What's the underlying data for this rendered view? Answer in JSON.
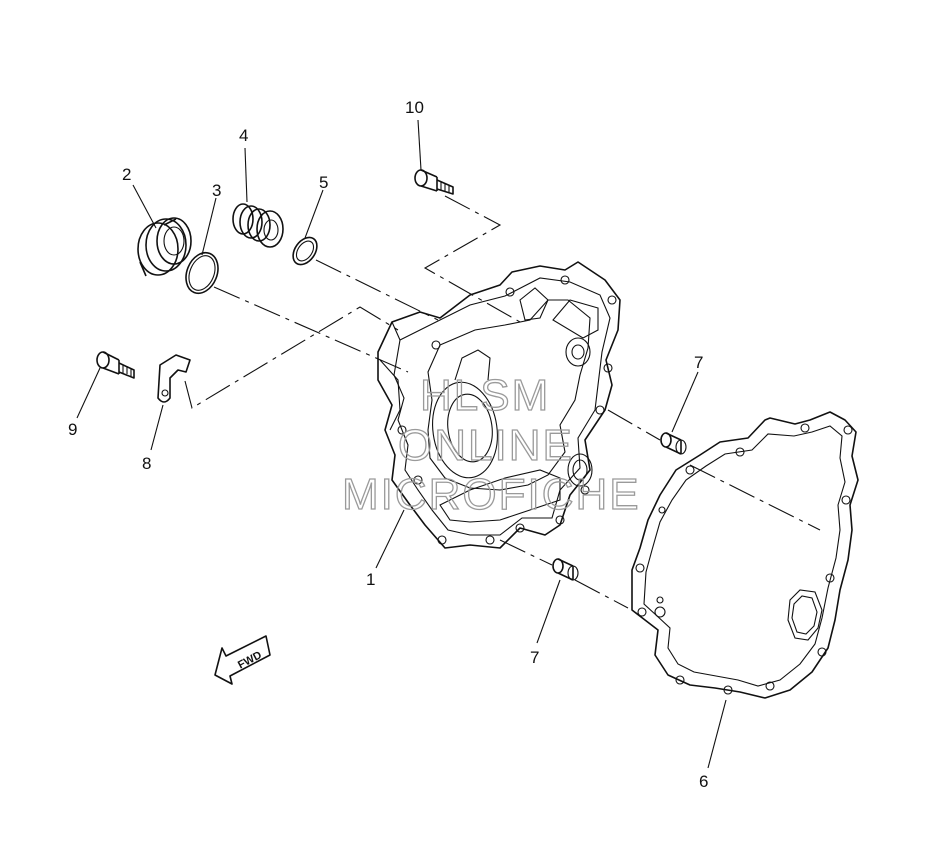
{
  "diagram": {
    "callouts": [
      {
        "id": "1",
        "text": "1"
      },
      {
        "id": "2",
        "text": "2"
      },
      {
        "id": "3",
        "text": "3"
      },
      {
        "id": "4",
        "text": "4"
      },
      {
        "id": "5",
        "text": "5"
      },
      {
        "id": "6",
        "text": "6"
      },
      {
        "id": "7a",
        "text": "7"
      },
      {
        "id": "7b",
        "text": "7"
      },
      {
        "id": "8",
        "text": "8"
      },
      {
        "id": "9",
        "text": "9"
      },
      {
        "id": "10",
        "text": "10"
      }
    ],
    "fwd_label": "FWD",
    "watermark": {
      "line1": "HLSM",
      "line2": "ONLINE",
      "line3": "MICROFICHE",
      "color": "#9a9a9a"
    }
  }
}
